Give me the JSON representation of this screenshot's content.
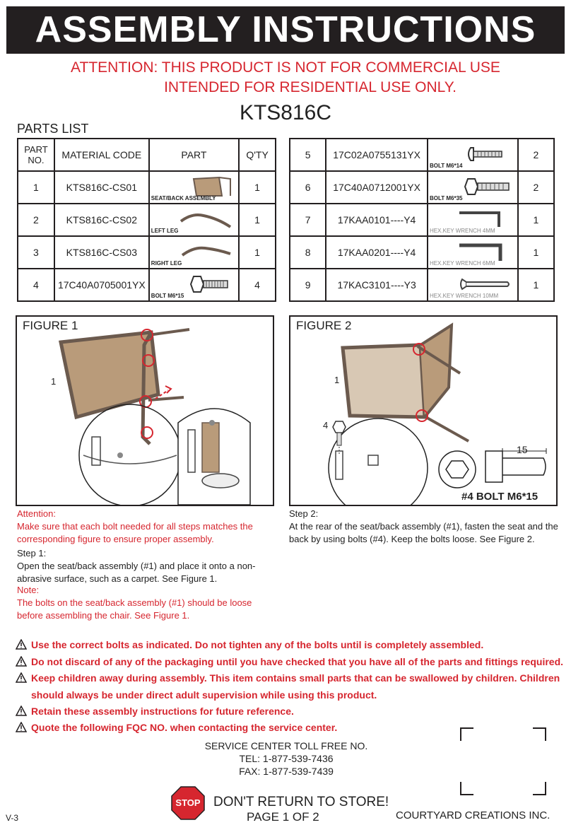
{
  "header": {
    "title": "ASSEMBLY   INSTRUCTIONS"
  },
  "attention": {
    "line1": "ATTENTION: THIS PRODUCT IS NOT FOR COMMERCIAL USE",
    "line2": "INTENDED FOR RESIDENTIAL USE ONLY."
  },
  "model": "KTS816C",
  "parts_list": {
    "title": "PARTS  LIST",
    "headers": [
      "PART NO.",
      "MATERIAL CODE",
      "PART",
      "Q'TY"
    ],
    "left": [
      {
        "no": "1",
        "code": "KTS816C-CS01",
        "name": "SEAT/BACK ASSEMBLY",
        "qty": "1"
      },
      {
        "no": "2",
        "code": "KTS816C-CS02",
        "name": "LEFT LEG",
        "qty": "1"
      },
      {
        "no": "3",
        "code": "KTS816C-CS03",
        "name": "RIGHT LEG",
        "qty": "1"
      },
      {
        "no": "4",
        "code": "17C40A0705001YX",
        "name": "BOLT M6*15",
        "qty": "4"
      }
    ],
    "right": [
      {
        "no": "5",
        "code": "17C02A0755131YX",
        "name": "BOLT M6*14",
        "qty": "2"
      },
      {
        "no": "6",
        "code": "17C40A0712001YX",
        "name": "BOLT M6*35",
        "qty": "2"
      },
      {
        "no": "7",
        "code": "17KAA0101----Y4",
        "name": "HEX.KEY WRENCH 4MM",
        "qty": "1"
      },
      {
        "no": "8",
        "code": "17KAA0201----Y4",
        "name": "HEX.KEY WRENCH 6MM",
        "qty": "1"
      },
      {
        "no": "9",
        "code": "17KAC3101----Y3",
        "name": "HEX.KEY WRENCH 10MM",
        "qty": "1"
      }
    ]
  },
  "figure1": {
    "title": "FIGURE 1",
    "callout": "1"
  },
  "figure2": {
    "title": "FIGURE 2",
    "callout1": "1",
    "callout4": "4",
    "dim": "15",
    "bolt_label": "#4  BOLT M6*15"
  },
  "notes": {
    "attention_title": "Attention:",
    "attention_body": "Make sure that each bolt needed for all steps matches the corresponding figure to ensure proper assembly.",
    "step1_title": "Step 1:",
    "step1_body": "Open the seat/back assembly (#1) and place it onto a non-abrasive surface, such as a carpet. See Figure 1.",
    "note_title": "Note:",
    "note_body": "The bolts on the seat/back assembly (#1) should be loose before assembling the chair. See Figure 1.",
    "step2_title": "Step 2:",
    "step2_body": "At the rear of the seat/back assembly (#1), fasten the seat and the back by using bolts (#4). Keep the bolts loose. See Figure 2."
  },
  "warnings": [
    "Use the correct bolts as indicated. Do not tighten any of the bolts until is completely assembled.",
    "Do not discard of any of the packaging until you have checked that you have all of the parts and fittings required.",
    "Keep children away during assembly. This item contains small parts that can be swallowed by children. Children",
    "should always be under direct adult supervision while using this product.",
    "Retain these assembly instructions for future reference.",
    "Quote the following FQC NO. when contacting the service center."
  ],
  "service": {
    "line1": "SERVICE CENTER TOLL FREE NO.",
    "tel": "TEL: 1-877-539-7436",
    "fax": "FAX: 1-877-539-7439"
  },
  "footer": {
    "stop": "STOP",
    "dont_return": "DON'T RETURN TO STORE!",
    "page": "PAGE 1 OF 2",
    "company": "COURTYARD CREATIONS INC.",
    "version": "V-3"
  },
  "colors": {
    "red": "#d6262f",
    "dark": "#231f20",
    "sling": "#b99b7a",
    "frame": "#6b5a4e"
  }
}
